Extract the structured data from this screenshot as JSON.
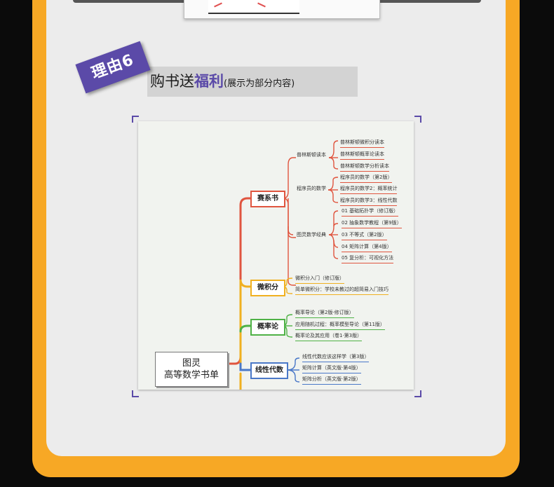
{
  "header": {
    "badge": "理由6",
    "title_main": "购书送",
    "title_highlight": "福利",
    "title_note": "(展示为部分内容)"
  },
  "mindmap": {
    "root_line1": "图灵",
    "root_line2": "高等数学书单",
    "categories": [
      {
        "label": "赛系书",
        "color": "#e0553f"
      },
      {
        "label": "微积分",
        "color": "#f0b020"
      },
      {
        "label": "概率论",
        "color": "#4fb246"
      },
      {
        "label": "线性代数",
        "color": "#4a78c8"
      }
    ],
    "saixi": {
      "groups": [
        {
          "label": "普林斯顿读本",
          "items": [
            "普林斯顿微积分读本",
            "普林斯顿概率论读本",
            "普林斯顿数学分析读本"
          ]
        },
        {
          "label": "程序员的数学",
          "items": [
            "程序员的数学（第2版）",
            "程序员的数学2：概率统计",
            "程序员的数学3：线性代数"
          ]
        },
        {
          "label": "图灵数学经典",
          "items": [
            "01 基础拓扑学（修订版）",
            "02 抽象数学教程（第9版）",
            "03 不等式（第2版）",
            "04 矩阵计算（第4版）",
            "05 复分析：可视化方法"
          ]
        }
      ]
    },
    "weijifen": {
      "items": [
        "微积分入门（修订版）",
        "简单微积分：学校未教过的超简易入门技巧"
      ]
    },
    "gailv": {
      "items": [
        "概率导论（第2版·修订版）",
        "应用随机过程：概率模型导论（第11版）",
        "概率论及其应用（卷1·第3版）"
      ]
    },
    "xianxing": {
      "items": [
        "线性代数应该这样学（第3版）",
        "矩阵计算（英文版·第4版）",
        "矩阵分析（英文版·第2版）"
      ]
    }
  }
}
